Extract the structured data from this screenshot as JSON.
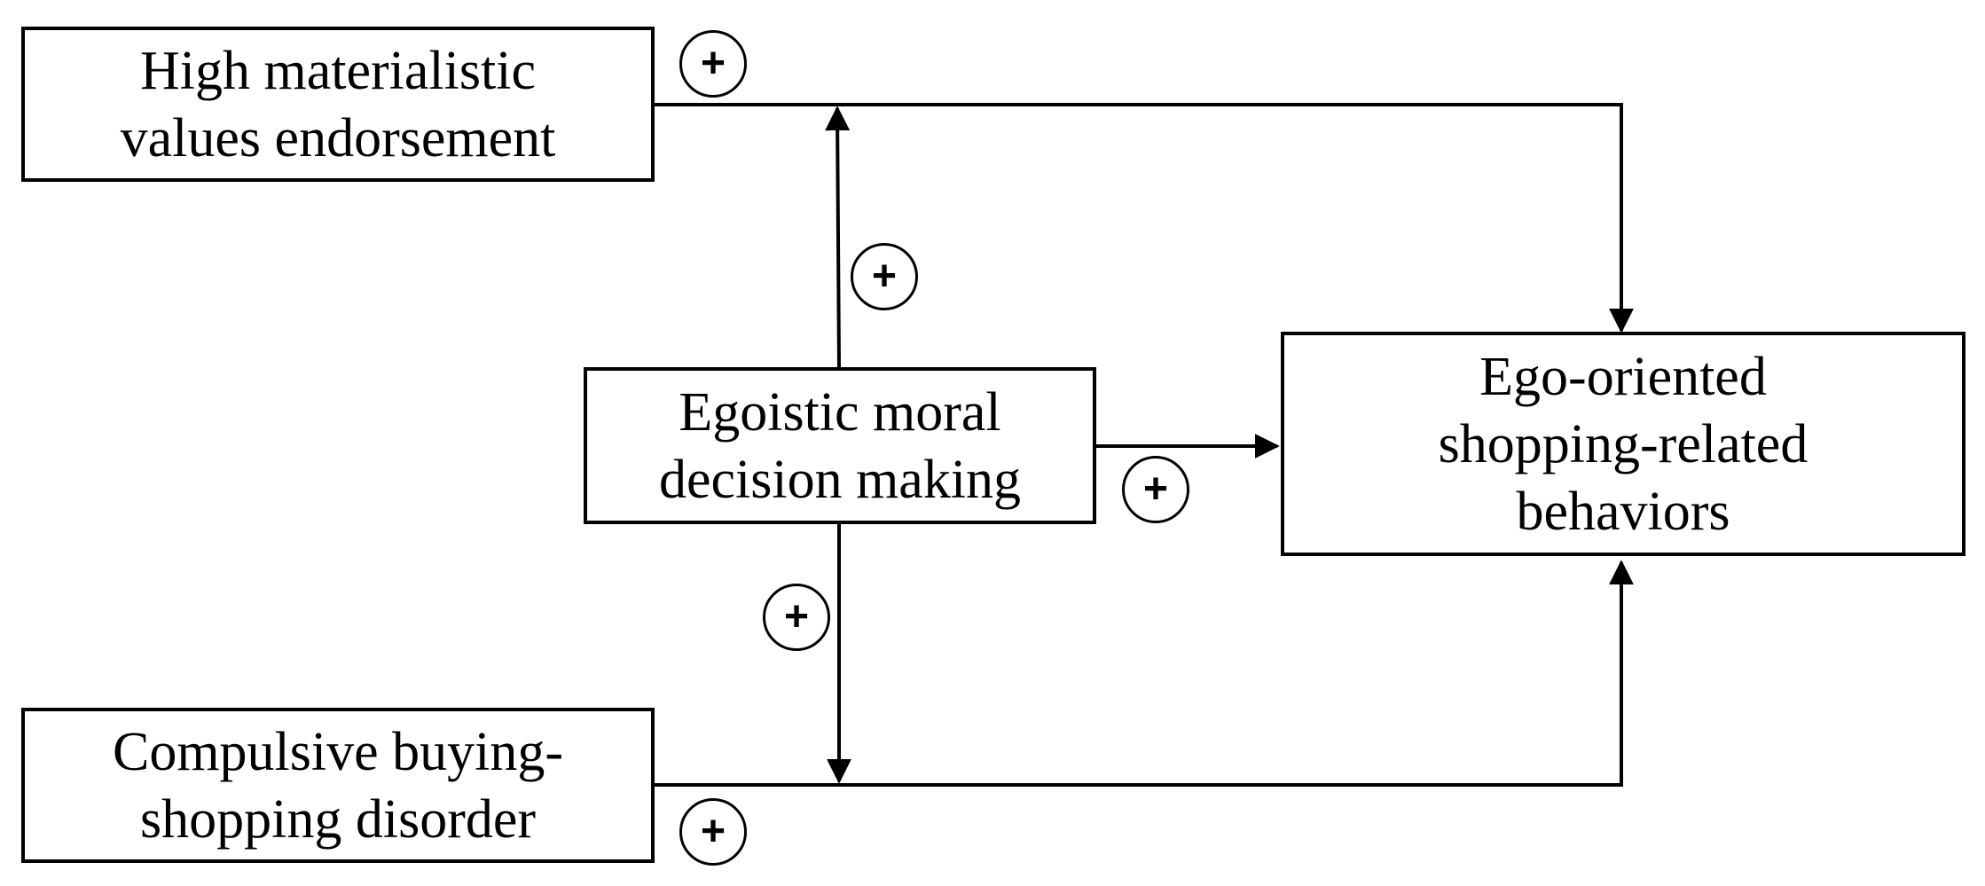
{
  "nodes": {
    "materialistic": {
      "lines": [
        "High materialistic",
        "values endorsement"
      ]
    },
    "egoistic": {
      "lines": [
        "Egoistic moral",
        "decision making"
      ]
    },
    "compulsive": {
      "lines": [
        "Compulsive buying-",
        "shopping disorder"
      ]
    },
    "outcome": {
      "lines": [
        "Ego-oriented",
        "shopping-related",
        "behaviors"
      ]
    }
  },
  "edges": [
    {
      "from": "materialistic",
      "to": "outcome",
      "sign": "+"
    },
    {
      "from": "compulsive",
      "to": "outcome",
      "sign": "+"
    },
    {
      "from": "egoistic",
      "to": "outcome",
      "sign": "+"
    },
    {
      "from": "egoistic",
      "to": "materialistic",
      "sign": "+"
    },
    {
      "from": "egoistic",
      "to": "compulsive",
      "sign": "+"
    }
  ],
  "colors": {
    "line": "#000000",
    "box_fill": "#ffffff",
    "text": "#000000"
  }
}
